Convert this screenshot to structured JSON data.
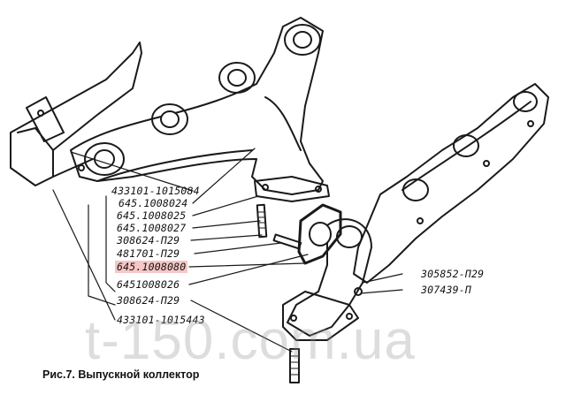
{
  "labels": {
    "l1": "433101-1015084",
    "l2": "645.1008024",
    "l3": "645.1008025",
    "l4": "645.1008027",
    "l5": "308624-П29",
    "l6": "481701-П29",
    "l7": "645.1008080",
    "l8": "6451008026",
    "l9": "308624-П29",
    "l10": "433101-1015443",
    "r1": "305852-П29",
    "r2": "307439-П"
  },
  "caption": "Рис.7. Выпускной коллектор",
  "watermark": "t-150.com.ua",
  "highlight_color": "#f7c6c6"
}
